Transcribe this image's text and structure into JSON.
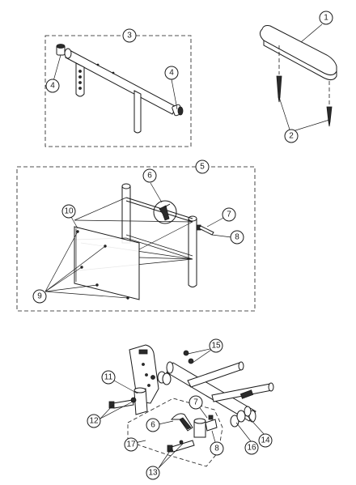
{
  "callouts": {
    "c1": "1",
    "c2": "2",
    "c3": "3",
    "c4a": "4",
    "c4b": "4",
    "c5": "5",
    "c6a": "6",
    "c7a": "7",
    "c8a": "8",
    "c9": "9",
    "c10": "10",
    "c11": "11",
    "c12": "12",
    "c13": "13",
    "c14": "14",
    "c15": "15",
    "c16": "16",
    "c17": "17",
    "c6b": "6",
    "c7b": "7",
    "c8b": "8"
  },
  "colors": {
    "line": "#1a1a1a",
    "background": "#ffffff"
  }
}
